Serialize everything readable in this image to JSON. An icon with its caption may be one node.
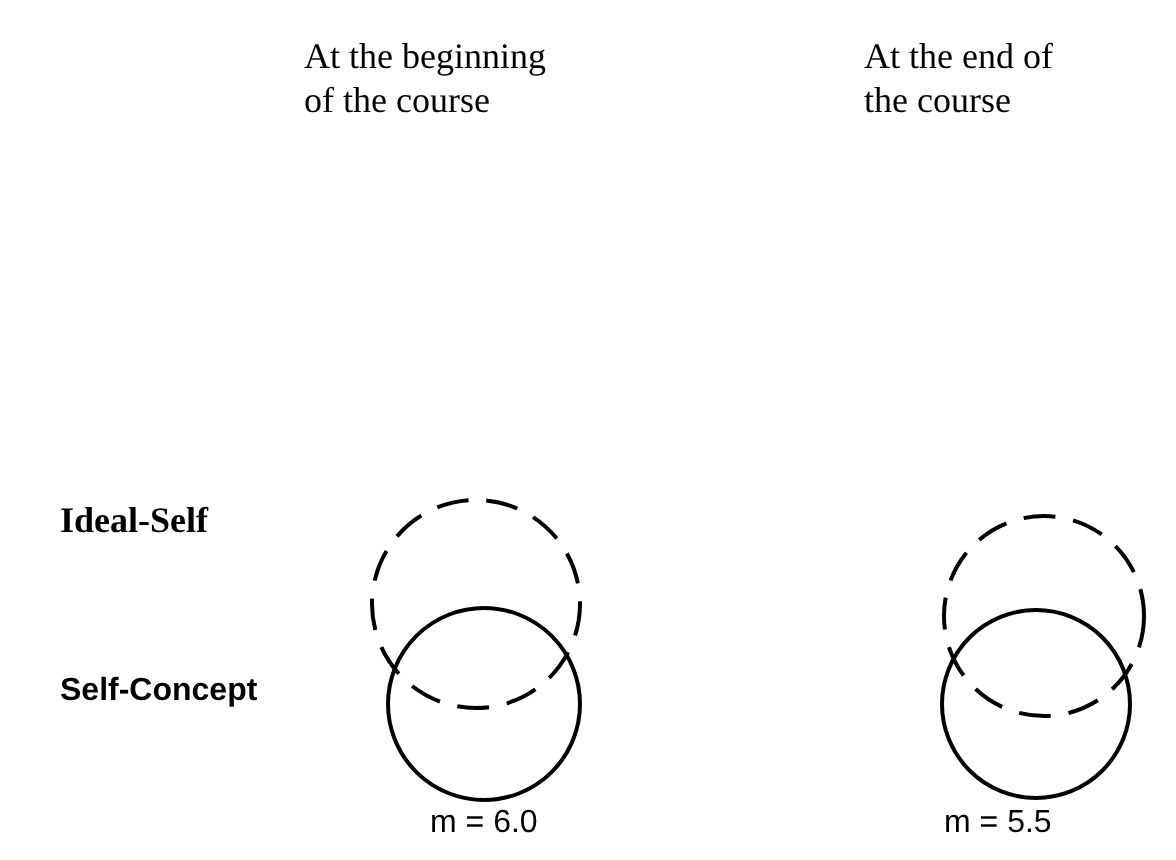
{
  "diagram": {
    "nodes": [
      {
        "text": [],
        "shape": "circle"
      },
      {
        "text": [],
        "shape": "circle"
      },
      {
        "text": [],
        "shape": "circle"
      },
      {
        "text": [],
        "shape": "circle"
      }
    ],
    "labels": [
      "At the beginning of the course",
      "At the end of the course",
      "Ideal-Self",
      "Self-Concept",
      "m = 6.0",
      "m = 5.5"
    ]
  }
}
